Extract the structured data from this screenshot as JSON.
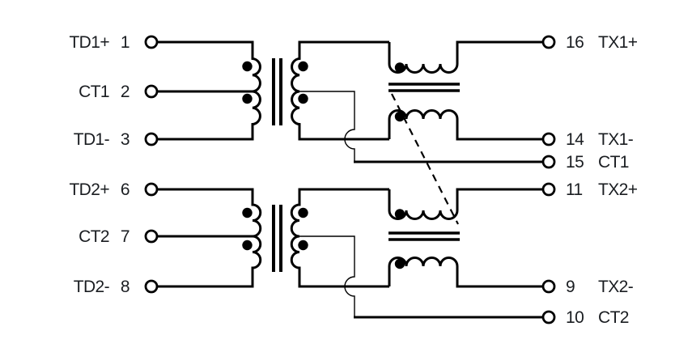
{
  "diagram": {
    "kind": "dual-ethernet-transformer-pinout-schematic",
    "background": "#ffffff"
  },
  "colors": {
    "wire": "#000000",
    "text": "#1a1d21",
    "bg": "#ffffff"
  },
  "pins": {
    "left": [
      {
        "signal": "TD1+",
        "number": "1"
      },
      {
        "signal": "CT1",
        "number": "2"
      },
      {
        "signal": "TD1-",
        "number": "3"
      },
      {
        "signal": "TD2+",
        "number": "6"
      },
      {
        "signal": "CT2",
        "number": "7"
      },
      {
        "signal": "TD2-",
        "number": "8"
      }
    ],
    "right": [
      {
        "number": "16",
        "signal": "TX1+"
      },
      {
        "number": "14",
        "signal": "TX1-"
      },
      {
        "number": "15",
        "signal": "CT1"
      },
      {
        "number": "11",
        "signal": "TX2+"
      },
      {
        "number": "9",
        "signal": "TX2-"
      },
      {
        "number": "10",
        "signal": "CT2"
      }
    ]
  }
}
